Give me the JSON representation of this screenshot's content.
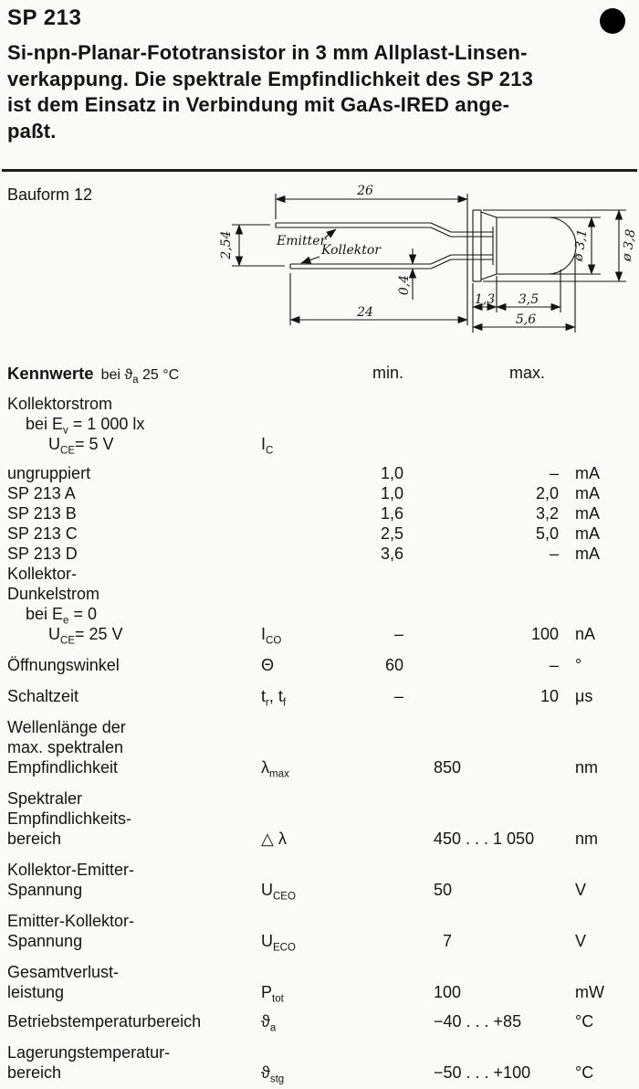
{
  "colors": {
    "paper": "#fafaf8",
    "ink": "#141414"
  },
  "header": {
    "part": "SP 213",
    "marker_icon": "filled-circle"
  },
  "intro": "Si-npn-Planar-Fototransistor in 3 mm Allplast-Linsen-\nverkappung. Die spektrale Empfindlichkeit des SP 213\nist dem Einsatz in Verbindung mit GaAs-IRED ange-\npaßt.",
  "drawing": {
    "caption": "Bauform 12",
    "labels": {
      "emitter": "Emitter",
      "kollektor": "Kollektor"
    },
    "dims": {
      "lead_top": "26",
      "pitch": "2,54",
      "thickness": "0,4",
      "lead_bottom": "24",
      "seg1": "1,3",
      "seg2": "3,5",
      "total": "5,6",
      "dia_lens": "ø 3,1",
      "dia_flange": "ø 3,8"
    }
  },
  "table": {
    "header": {
      "title": "Kennwerte",
      "cond_pre": "bei ",
      "cond_base": "ϑ",
      "cond_sub": "a",
      "cond_rest": " 25 °C",
      "min": "min.",
      "max": "max."
    },
    "rows": [
      {
        "label": {
          "pre": "Kollektorstrom"
        }
      },
      {
        "label": {
          "pre": "    bei ",
          "base": "E",
          "sub": "v",
          "rest": " = 1 000 lx"
        }
      },
      {
        "label": {
          "pre": "         ",
          "base": "U",
          "sub": "CE",
          "rest": "= 5 V"
        },
        "sym": {
          "b1": "I",
          "s1": "C"
        }
      },
      {
        "label": {
          "pre": "ungruppiert"
        },
        "min": "1,0",
        "max": "–",
        "unit": "mA"
      },
      {
        "label": {
          "pre": "SP 213 A"
        },
        "min": "1,0",
        "max": "2,0",
        "unit": "mA"
      },
      {
        "label": {
          "pre": "SP 213 B"
        },
        "min": "1,6",
        "max": "3,2",
        "unit": "mA"
      },
      {
        "label": {
          "pre": "SP 213 C"
        },
        "min": "2,5",
        "max": "5,0",
        "unit": "mA"
      },
      {
        "label": {
          "pre": "SP 213 D"
        },
        "min": "3,6",
        "max": "–",
        "unit": "mA"
      },
      {
        "label": {
          "pre": "Kollektor-"
        }
      },
      {
        "label": {
          "pre": "Dunkelstrom"
        }
      },
      {
        "label": {
          "pre": "    bei ",
          "base": "E",
          "sub": "e",
          "rest": " = 0"
        }
      },
      {
        "label": {
          "pre": "         ",
          "base": "U",
          "sub": "CE",
          "rest": "= 25 V"
        },
        "sym": {
          "b1": "I",
          "s1": "CO"
        },
        "min": "–",
        "max": "100",
        "unit": "nA"
      },
      {
        "label": {
          "pre": "Öffnungswinkel"
        },
        "sym": {
          "b1": "Θ"
        },
        "min": "60",
        "max": "–",
        "unit": "°"
      },
      {
        "label": {
          "pre": "Schaltzeit"
        },
        "sym": {
          "b1": "t",
          "s1": "r",
          "b2": ", t",
          "s2": "f"
        },
        "min": "–",
        "max": "10",
        "unit": "μs"
      },
      {
        "label": {
          "pre": "Wellenlänge der"
        }
      },
      {
        "label": {
          "pre": "max. spektralen"
        }
      },
      {
        "label": {
          "pre": "Empfindlichkeit"
        },
        "sym": {
          "b1": "λ",
          "s1": "max"
        },
        "val": "850",
        "unit": "nm"
      },
      {
        "label": {
          "pre": "Spektraler"
        }
      },
      {
        "label": {
          "pre": "Empfindlichkeits-"
        }
      },
      {
        "label": {
          "pre": "bereich"
        },
        "sym": {
          "b1": "△ λ"
        },
        "val": "450 . . . 1 050",
        "unit": "nm"
      },
      {
        "label": {
          "pre": "Kollektor-Emitter-"
        }
      },
      {
        "label": {
          "pre": "Spannung"
        },
        "sym": {
          "b1": "U",
          "s1": "CEO"
        },
        "val": "50",
        "unit": "V"
      },
      {
        "label": {
          "pre": "Emitter-Kollektor-"
        }
      },
      {
        "label": {
          "pre": "Spannung"
        },
        "sym": {
          "b1": "U",
          "s1": "ECO"
        },
        "val": "  7",
        "unit": "V"
      },
      {
        "label": {
          "pre": "Gesamtverlust-"
        }
      },
      {
        "label": {
          "pre": "leistung"
        },
        "sym": {
          "b1": "P",
          "s1": "tot"
        },
        "val": "100",
        "unit": "mW"
      },
      {
        "label": {
          "pre": "Betriebstemperaturbereich"
        },
        "sym": {
          "b1": "ϑ",
          "s1": "a"
        },
        "val": "−40 . . . +85",
        "unit": "°C"
      },
      {
        "label": {
          "pre": "Lagerungstemperatur-"
        }
      },
      {
        "label": {
          "pre": "bereich"
        },
        "sym": {
          "b1": "ϑ",
          "s1": "stg"
        },
        "val": "−50 . . . +100",
        "unit": "°C"
      }
    ]
  }
}
